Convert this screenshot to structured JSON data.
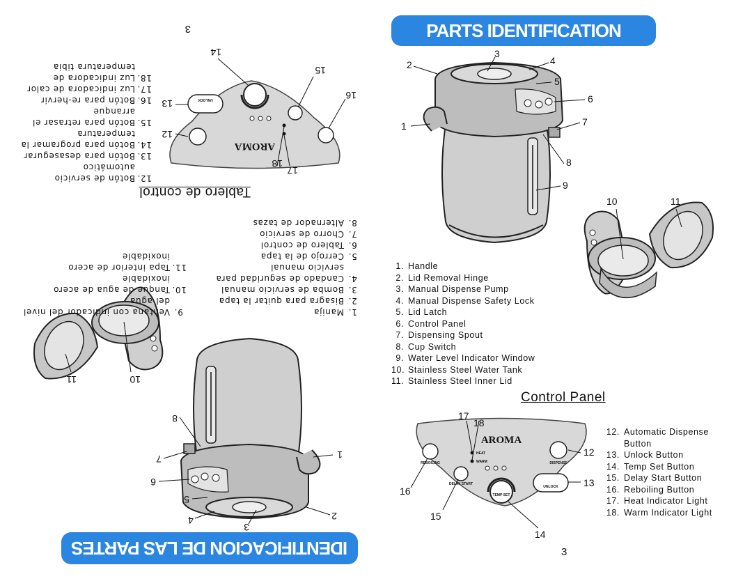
{
  "english": {
    "banner": "PARTS IDENTIFICATION",
    "parts": [
      {
        "num": "1.",
        "label": "Handle"
      },
      {
        "num": "2.",
        "label": "Lid Removal Hinge"
      },
      {
        "num": "3.",
        "label": "Manual Dispense Pump"
      },
      {
        "num": "4.",
        "label": "Manual Dispense Safety Lock"
      },
      {
        "num": "5.",
        "label": "Lid Latch"
      },
      {
        "num": "6.",
        "label": "Control Panel"
      },
      {
        "num": "7.",
        "label": "Dispensing Spout"
      },
      {
        "num": "8.",
        "label": "Cup Switch"
      },
      {
        "num": "9.",
        "label": "Water Level Indicator Window"
      },
      {
        "num": "10.",
        "label": "Stainless Steel Water Tank"
      },
      {
        "num": "11.",
        "label": "Stainless Steel Inner Lid"
      }
    ],
    "control_panel_title": "Control Panel",
    "control_parts": [
      {
        "num": "12.",
        "label": "Automatic Dispense Button"
      },
      {
        "num": "13.",
        "label": "Unlock Button"
      },
      {
        "num": "14.",
        "label": "Temp Set Button"
      },
      {
        "num": "15.",
        "label": "Delay Start Button"
      },
      {
        "num": "16.",
        "label": "Reboiling Button"
      },
      {
        "num": "17.",
        "label": "Heat Indicator Light"
      },
      {
        "num": "18.",
        "label": "Warm Indicator Light"
      }
    ],
    "page_number": "3",
    "pot_callouts": [
      "1",
      "2",
      "3",
      "4",
      "5",
      "6",
      "7",
      "8",
      "9",
      "10",
      "11"
    ],
    "panel_callouts": [
      "12",
      "13",
      "14",
      "15",
      "16",
      "17",
      "18"
    ],
    "panel_labels": {
      "brand": "AROMA",
      "dispense": "DISPENSE",
      "unlock": "UNLOCK",
      "temp_set": "TEMP SET",
      "delay_start": "DELAY START",
      "reboiling": "REBOILING",
      "heat": "HEAT",
      "warm": "WARM"
    }
  },
  "spanish": {
    "banner": "IDENTIFICACION DE LAS PARTES",
    "parts": [
      {
        "num": "1.",
        "label": "Manija"
      },
      {
        "num": "2.",
        "label": "Bisagra para quitar la tapa"
      },
      {
        "num": "3.",
        "label": "Bomba de servicio manual"
      },
      {
        "num": "4.",
        "label": "Candado de seguridad para servicio manual"
      },
      {
        "num": "5.",
        "label": "Cerrojo de la tapa"
      },
      {
        "num": "6.",
        "label": "Tablero de control"
      },
      {
        "num": "7.",
        "label": "Chorro de servicio"
      },
      {
        "num": "8.",
        "label": "Alternador de tazas"
      },
      {
        "num": "9.",
        "label": "Ventana con indicador del nivel del agua"
      },
      {
        "num": "10.",
        "label": "Tanque de agua de acero inoxidable"
      },
      {
        "num": "11.",
        "label": "Tapa interior de acero inoxidable"
      }
    ],
    "control_panel_title": "Tablero de control",
    "control_parts": [
      {
        "num": "12.",
        "label": "Botón de servicio automático"
      },
      {
        "num": "13.",
        "label": "Botón para desasegurar"
      },
      {
        "num": "14.",
        "label": "Botón para programar la temperatura"
      },
      {
        "num": "15.",
        "label": "Botón para retrasar el arranque"
      },
      {
        "num": "16.",
        "label": "Botón para re-hervir"
      },
      {
        "num": "17.",
        "label": "Luz indicadora de calor"
      },
      {
        "num": "18.",
        "label": "Luz indicadora de temperatura tibia"
      }
    ],
    "page_number": "3"
  },
  "colors": {
    "banner_blue": "#2a86e0",
    "panel_fill": "#d8d8d8",
    "pot_fill": "#cfcfcf"
  }
}
